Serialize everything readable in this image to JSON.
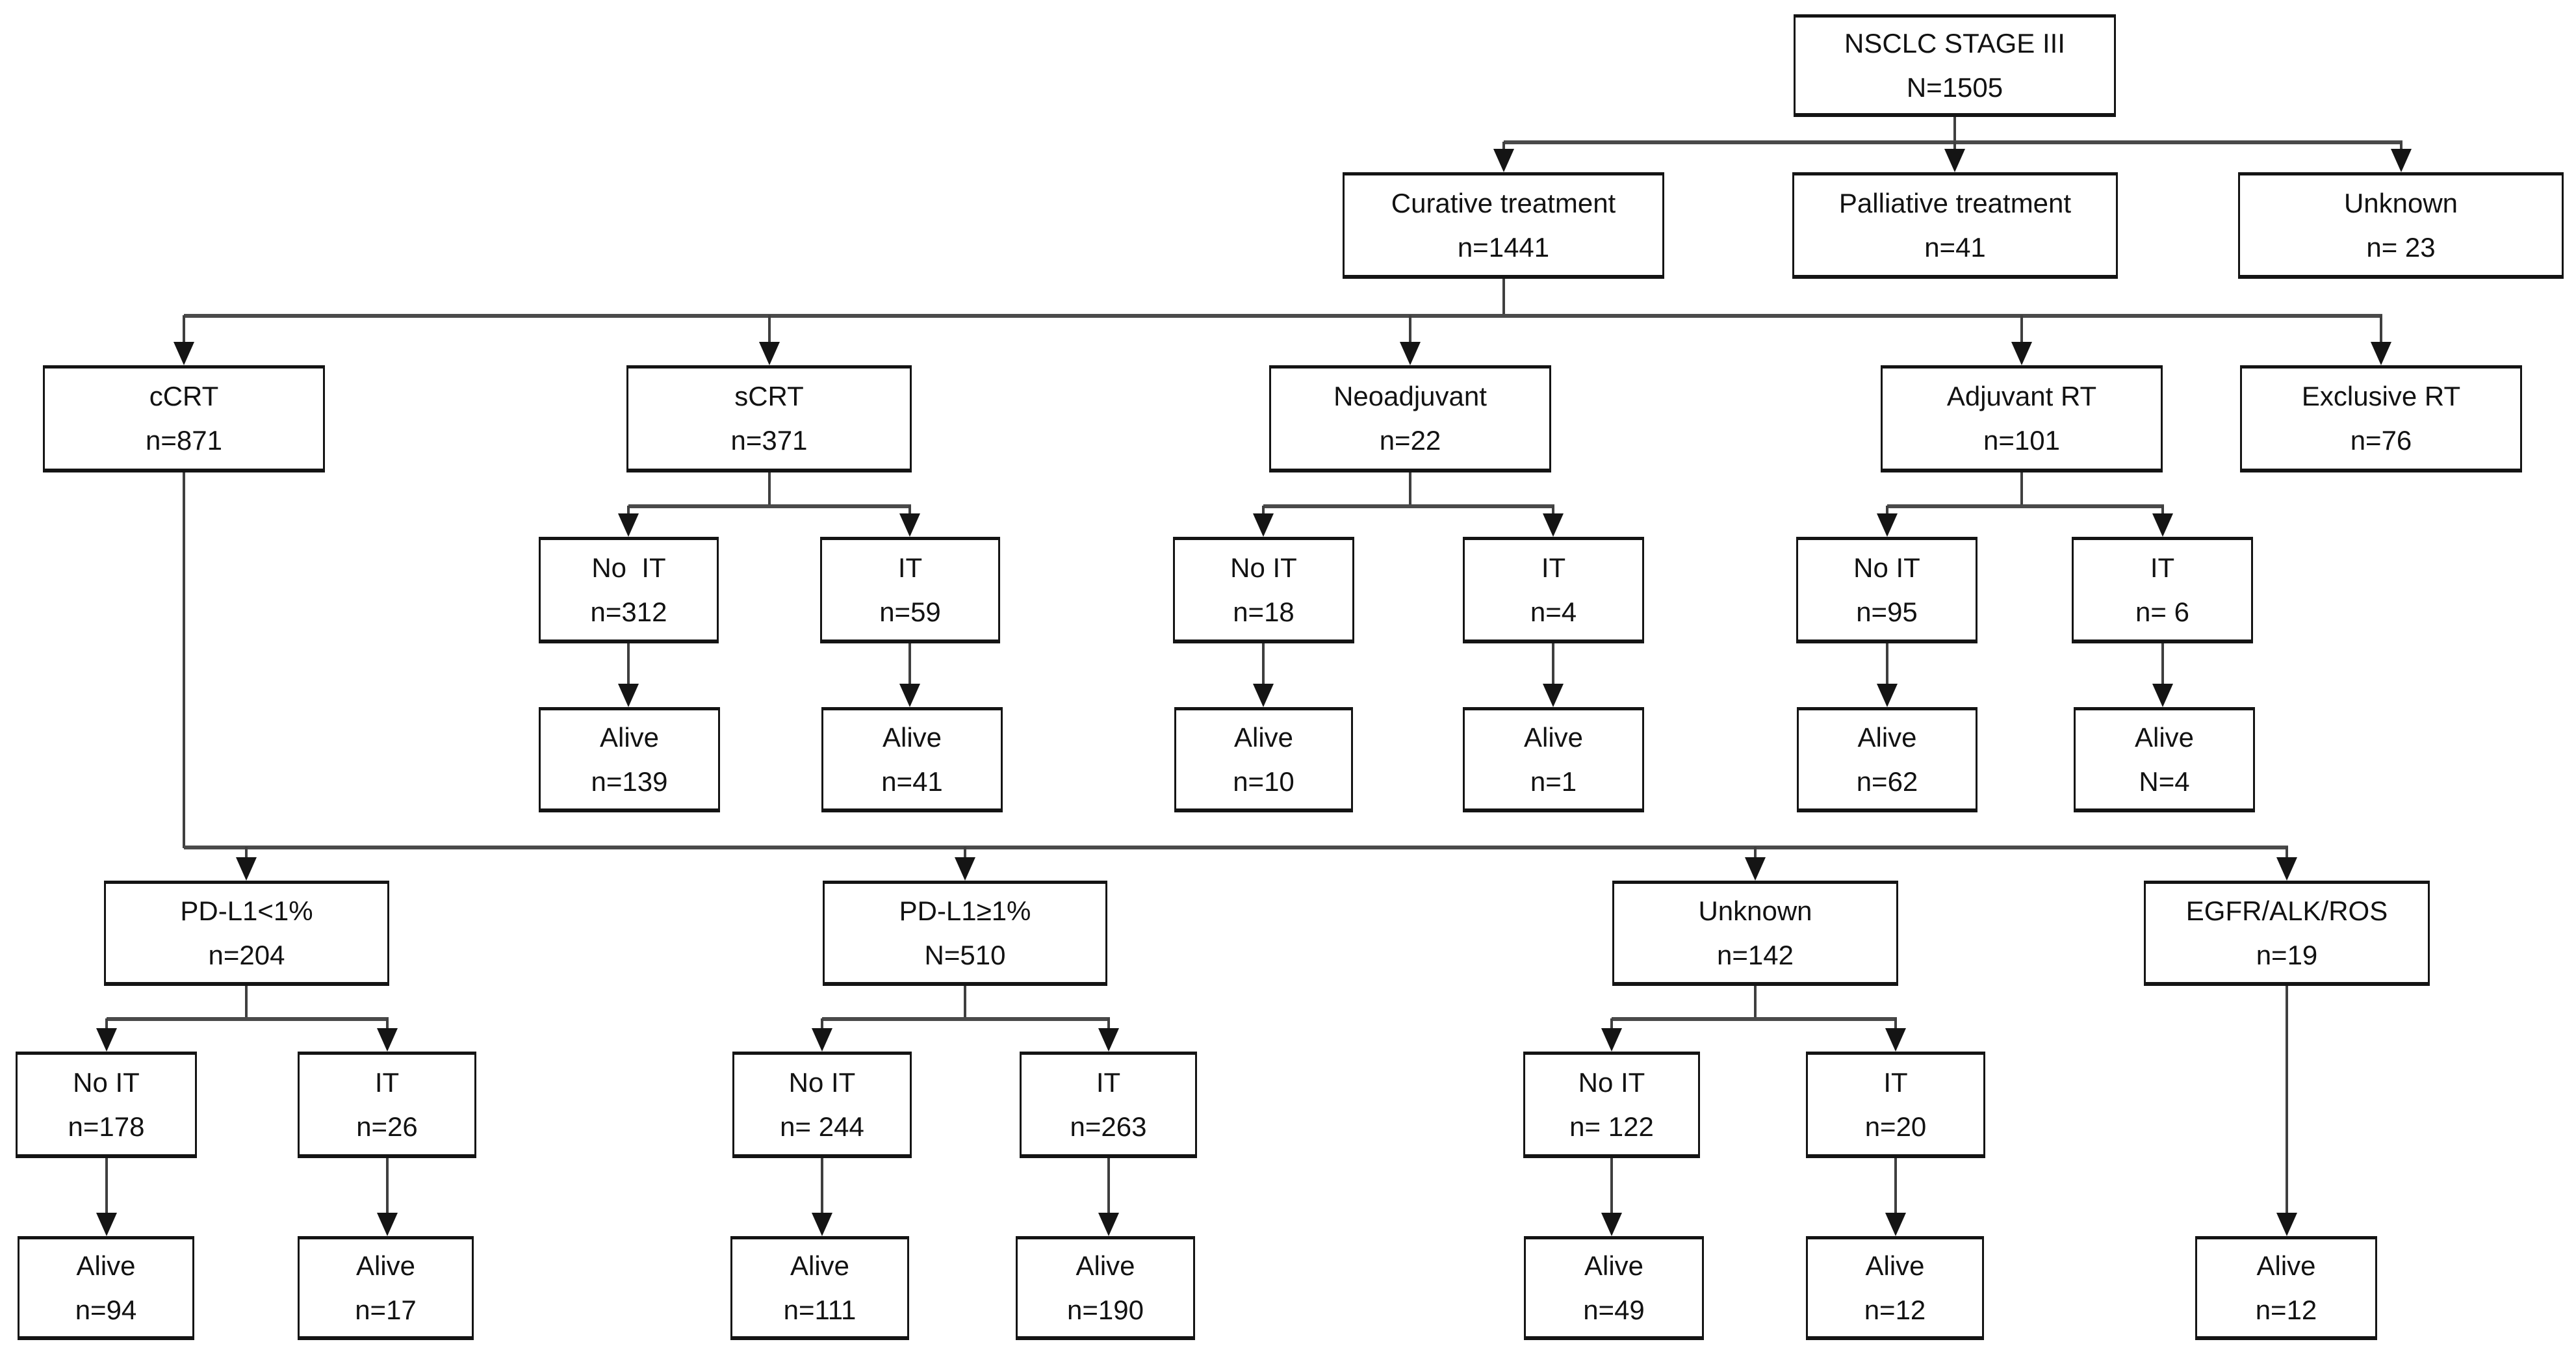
{
  "diagram": {
    "title": "NSCLC STAGE III patient flow",
    "type": "flowchart",
    "background_color": "#ffffff",
    "box_border_color": "#141414",
    "line_color": "#3f3f3f",
    "text_color": "#121212"
  },
  "nodes": {
    "root": {
      "line1": "NSCLC STAGE III",
      "line2": "N=1505"
    },
    "curative": {
      "line1": "Curative treatment",
      "line2": "n=1441"
    },
    "palliative": {
      "line1": "Palliative treatment",
      "line2": "n=41"
    },
    "unknown_intent": {
      "line1": "Unknown",
      "line2": "n= 23"
    },
    "ccrt": {
      "line1": "cCRT",
      "line2": "n=871"
    },
    "scrt": {
      "line1": "sCRT",
      "line2": "n=371"
    },
    "neoadjuvant": {
      "line1": "Neoadjuvant",
      "line2": "n=22"
    },
    "adjuvant_rt": {
      "line1": "Adjuvant RT",
      "line2": "n=101"
    },
    "exclusive_rt": {
      "line1": "Exclusive RT",
      "line2": "n=76"
    },
    "scrt_no_it": {
      "line1": "No  IT",
      "line2": "n=312"
    },
    "scrt_it": {
      "line1": "IT",
      "line2": "n=59"
    },
    "neo_no_it": {
      "line1": "No IT",
      "line2": "n=18"
    },
    "neo_it": {
      "line1": "IT",
      "line2": "n=4"
    },
    "adj_no_it": {
      "line1": "No IT",
      "line2": "n=95"
    },
    "adj_it": {
      "line1": "IT",
      "line2": "n= 6"
    },
    "scrt_no_it_alive": {
      "line1": "Alive",
      "line2": "n=139"
    },
    "scrt_it_alive": {
      "line1": "Alive",
      "line2": "n=41"
    },
    "neo_no_it_alive": {
      "line1": "Alive",
      "line2": "n=10"
    },
    "neo_it_alive": {
      "line1": "Alive",
      "line2": "n=1"
    },
    "adj_no_it_alive": {
      "line1": "Alive",
      "line2": "n=62"
    },
    "adj_it_alive": {
      "line1": "Alive",
      "line2": "N=4"
    },
    "pdl1_neg": {
      "line1": "PD-L1<1%",
      "line2": "n=204"
    },
    "pdl1_pos": {
      "line1": "PD-L1≥1%",
      "line2": "N=510"
    },
    "pdl1_unknown": {
      "line1": "Unknown",
      "line2": "n=142"
    },
    "egfr": {
      "line1": "EGFR/ALK/ROS",
      "line2": "n=19"
    },
    "pdl1_neg_no_it": {
      "line1": "No IT",
      "line2": "n=178"
    },
    "pdl1_neg_it": {
      "line1": "IT",
      "line2": "n=26"
    },
    "pdl1_pos_no_it": {
      "line1": "No IT",
      "line2": "n= 244"
    },
    "pdl1_pos_it": {
      "line1": "IT",
      "line2": "n=263"
    },
    "pdl1_unk_no_it": {
      "line1": "No IT",
      "line2": "n= 122"
    },
    "pdl1_unk_it": {
      "line1": "IT",
      "line2": "n=20"
    },
    "pdl1_neg_no_it_alive": {
      "line1": "Alive",
      "line2": "n=94"
    },
    "pdl1_neg_it_alive": {
      "line1": "Alive",
      "line2": "n=17"
    },
    "pdl1_pos_no_it_alive": {
      "line1": "Alive",
      "line2": "n=111"
    },
    "pdl1_pos_it_alive": {
      "line1": "Alive",
      "line2": "n=190"
    },
    "pdl1_unk_no_it_alive": {
      "line1": "Alive",
      "line2": "n=49"
    },
    "pdl1_unk_it_alive": {
      "line1": "Alive",
      "line2": "n=12"
    },
    "egfr_alive": {
      "line1": "Alive",
      "line2": "n=12"
    }
  },
  "edges": [
    [
      "root",
      "curative"
    ],
    [
      "root",
      "palliative"
    ],
    [
      "root",
      "unknown_intent"
    ],
    [
      "curative",
      "ccrt"
    ],
    [
      "curative",
      "scrt"
    ],
    [
      "curative",
      "neoadjuvant"
    ],
    [
      "curative",
      "adjuvant_rt"
    ],
    [
      "curative",
      "exclusive_rt"
    ],
    [
      "scrt",
      "scrt_no_it"
    ],
    [
      "scrt",
      "scrt_it"
    ],
    [
      "neoadjuvant",
      "neo_no_it"
    ],
    [
      "neoadjuvant",
      "neo_it"
    ],
    [
      "adjuvant_rt",
      "adj_no_it"
    ],
    [
      "adjuvant_rt",
      "adj_it"
    ],
    [
      "scrt_no_it",
      "scrt_no_it_alive"
    ],
    [
      "scrt_it",
      "scrt_it_alive"
    ],
    [
      "neo_no_it",
      "neo_no_it_alive"
    ],
    [
      "neo_it",
      "neo_it_alive"
    ],
    [
      "adj_no_it",
      "adj_no_it_alive"
    ],
    [
      "adj_it",
      "adj_it_alive"
    ],
    [
      "ccrt",
      "pdl1_neg"
    ],
    [
      "ccrt",
      "pdl1_pos"
    ],
    [
      "ccrt",
      "pdl1_unknown"
    ],
    [
      "ccrt",
      "egfr"
    ],
    [
      "pdl1_neg",
      "pdl1_neg_no_it"
    ],
    [
      "pdl1_neg",
      "pdl1_neg_it"
    ],
    [
      "pdl1_pos",
      "pdl1_pos_no_it"
    ],
    [
      "pdl1_pos",
      "pdl1_pos_it"
    ],
    [
      "pdl1_unknown",
      "pdl1_unk_no_it"
    ],
    [
      "pdl1_unknown",
      "pdl1_unk_it"
    ],
    [
      "pdl1_neg_no_it",
      "pdl1_neg_no_it_alive"
    ],
    [
      "pdl1_neg_it",
      "pdl1_neg_it_alive"
    ],
    [
      "pdl1_pos_no_it",
      "pdl1_pos_no_it_alive"
    ],
    [
      "pdl1_pos_it",
      "pdl1_pos_it_alive"
    ],
    [
      "pdl1_unk_no_it",
      "pdl1_unk_no_it_alive"
    ],
    [
      "pdl1_unk_it",
      "pdl1_unk_it_alive"
    ],
    [
      "egfr",
      "egfr_alive"
    ]
  ]
}
